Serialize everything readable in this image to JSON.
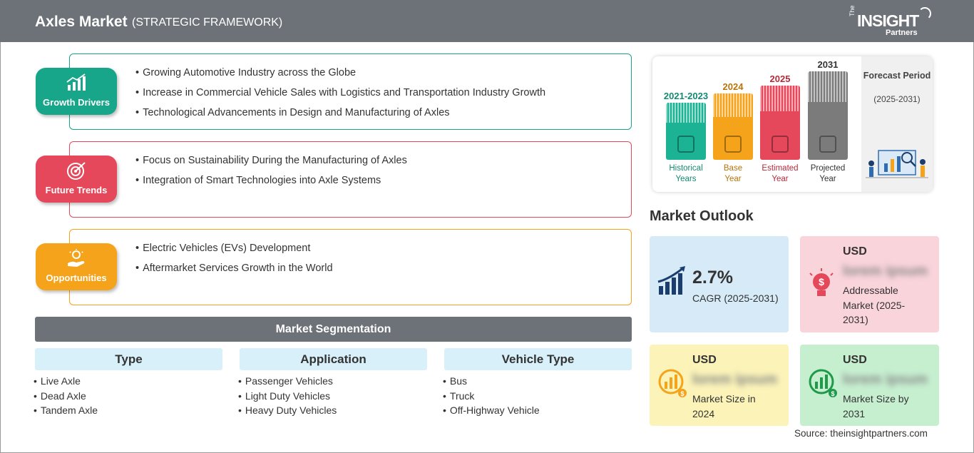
{
  "header": {
    "title": "Axles Market",
    "subtitle": "(STRATEGIC FRAMEWORK)",
    "logo_the": "The",
    "logo_main": "INSIGHT",
    "logo_partners": "Partners"
  },
  "growth_drivers": {
    "label": "Growth Drivers",
    "color": "#17a689",
    "items": [
      "Growing Automotive Industry across the Globe",
      "Increase in Commercial Vehicle Sales with Logistics and Transportation Industry Growth",
      "Technological Advancements in Design and Manufacturing of Axles"
    ]
  },
  "future_trends": {
    "label": "Future Trends",
    "color": "#e5485a",
    "items": [
      "Focus on Sustainability During the Manufacturing of Axles",
      "Integration of Smart Technologies into Axle Systems"
    ]
  },
  "opportunities": {
    "label": "Opportunities",
    "color": "#f5a31a",
    "items": [
      "Electric Vehicles (EVs) Development",
      "Aftermarket Services Growth in the World"
    ]
  },
  "segmentation": {
    "title": "Market Segmentation",
    "columns": [
      {
        "heading": "Type",
        "items": [
          "Live Axle",
          "Dead Axle",
          "Tandem Axle"
        ]
      },
      {
        "heading": "Application",
        "items": [
          "Passenger Vehicles",
          "Light Duty Vehicles",
          "Heavy Duty Vehicles"
        ]
      },
      {
        "heading": "Vehicle Type",
        "items": [
          "Bus",
          "Truck",
          "Off-Highway Vehicle"
        ]
      }
    ]
  },
  "timeline": {
    "periods": [
      {
        "year": "2021-2023",
        "line1": "Historical",
        "line2": "Years",
        "color": "#1cb394",
        "text_color": "#138a72",
        "icon": "history-icon"
      },
      {
        "year": "2024",
        "line1": "Base",
        "line2": "Year",
        "color": "#f5a31a",
        "text_color": "#b8740a",
        "icon": "calendar-icon"
      },
      {
        "year": "2025",
        "line1": "Estimated",
        "line2": "Year",
        "color": "#e5485a",
        "text_color": "#b52a3a",
        "icon": "gear-chart-icon"
      },
      {
        "year": "2031",
        "line1": "Projected",
        "line2": "Year",
        "color": "#7b7b7b",
        "text_color": "#333333",
        "icon": "presentation-icon"
      }
    ],
    "forecast_title": "Forecast Period",
    "forecast_range": "(2025-2031)"
  },
  "outlook": {
    "title": "Market Outlook",
    "cagr": {
      "value": "2.7%",
      "label": "CAGR (2025-2031)",
      "color": "#d6eaf8"
    },
    "addressable": {
      "usd": "USD",
      "value": "lorem ipsum",
      "label": "Addressable Market (2025-2031)",
      "color": "#f9d4db"
    },
    "size_2024": {
      "usd": "USD",
      "value": "lorem ipsum",
      "label": "Market Size in 2024",
      "color": "#fbf3b8"
    },
    "size_2031": {
      "usd": "USD",
      "value": "lorem ipsum",
      "label": "Market Size by 2031",
      "color": "#c6efd0"
    }
  },
  "source": "Source: theinsightpartners.com"
}
